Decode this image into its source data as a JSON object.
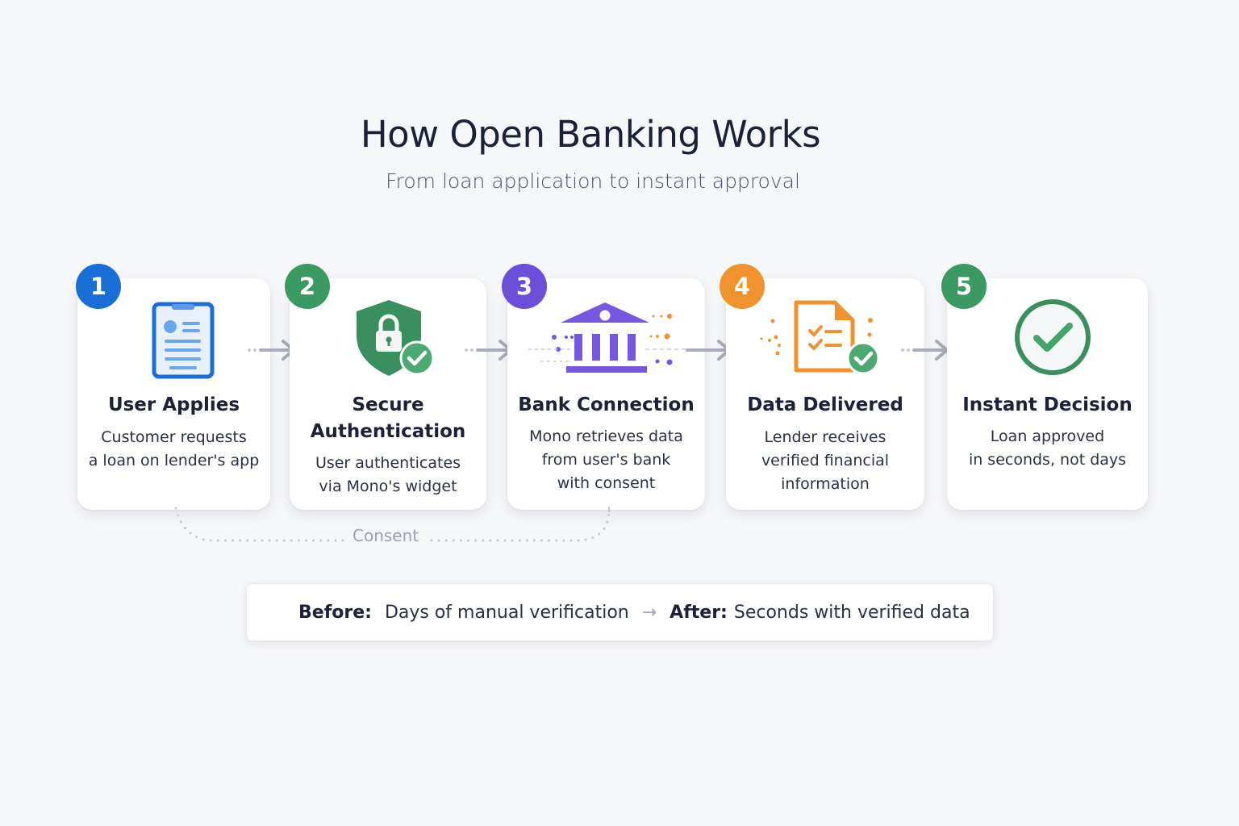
{
  "header": {
    "title": "How Open Banking Works",
    "subtitle": "From loan application to instant approval"
  },
  "steps": [
    {
      "number": "1",
      "title": "User Applies",
      "desc_lines": [
        "Customer requests",
        "a loan on lender's app"
      ],
      "color": "#1a6fd6",
      "icon": "phone-form-icon"
    },
    {
      "number": "2",
      "title_lines": [
        "Secure",
        "Authentication"
      ],
      "desc_lines": [
        "User authenticates",
        "via Mono's widget"
      ],
      "color": "#3a9a62",
      "icon": "shield-lock-icon"
    },
    {
      "number": "3",
      "title": "Bank Connection",
      "desc_lines": [
        "Mono retrieves data",
        "from user's bank",
        "with consent"
      ],
      "color": "#6b4fd8",
      "icon": "bank-icon"
    },
    {
      "number": "4",
      "title": "Data Delivered",
      "desc_lines": [
        "Lender receives",
        "verified financial",
        "information"
      ],
      "color": "#f0922e",
      "icon": "document-check-icon"
    },
    {
      "number": "5",
      "title": "Instant Decision",
      "desc_lines": [
        "Loan approved",
        "in seconds, not days"
      ],
      "color": "#3a9a62",
      "icon": "check-circle-icon"
    }
  ],
  "consent": {
    "label": "Consent"
  },
  "comparison": {
    "before_label": "Before:",
    "before_text": "Days of manual verification",
    "arrow": "→",
    "after_label": "After:",
    "after_text": "Seconds with verified data"
  }
}
